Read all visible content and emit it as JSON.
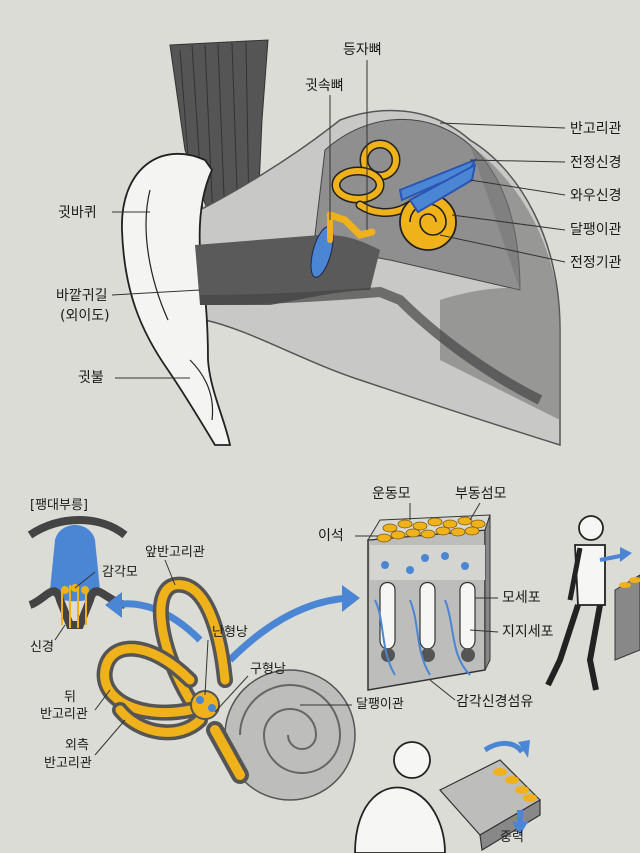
{
  "ear_anatomy": {
    "labels": {
      "semicircular_canals": "반고리관",
      "vestibular_nerve": "전정신경",
      "cochlear_nerve": "와우신경",
      "cochlea": "달팽이관",
      "vestibule": "전정기관",
      "stapes": "등자뼈",
      "ossicles": "귓속뼈",
      "auricle": "귓바퀴",
      "ear_canal": "바깥귀길",
      "ear_canal_alt": "(외이도)",
      "earlobe": "귓불"
    }
  },
  "vestibular_detail": {
    "ampulla_title": "[팽대부릉]",
    "cupula": "감각모",
    "nerve": "신경",
    "anterior_canal": "앞반고리관",
    "utricle": "난형낭",
    "saccule": "구형낭",
    "posterior_canal_line1": "뒤",
    "posterior_canal_line2": "반고리관",
    "lateral_canal_line1": "외측",
    "lateral_canal_line2": "반고리관",
    "cochlea": "달팽이관"
  },
  "otolith_detail": {
    "otolith": "이석",
    "stereocilia": "운동모",
    "kinocilium": "부동섬모",
    "hair_cell": "모세포",
    "supporting_cell": "지지세포",
    "sensory_nerve_fiber": "감각신경섬유",
    "gravity": "중력"
  },
  "colors": {
    "bone": "#f0b21a",
    "nerve_blue": "#4a86d4",
    "skin": "#f4f4f2",
    "tissue_gray": "#8f8f8f",
    "dark_gray": "#5a5a5a"
  }
}
